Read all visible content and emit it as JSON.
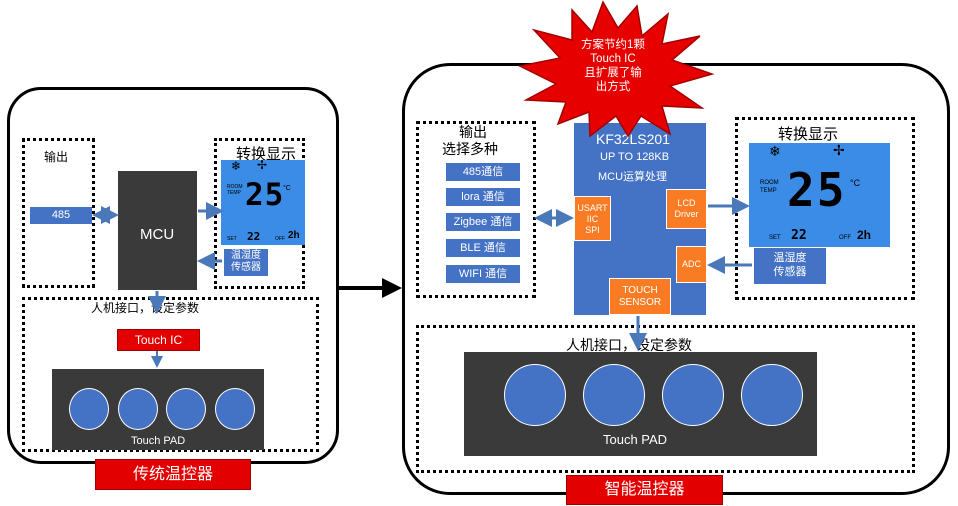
{
  "left": {
    "output_label": "输出",
    "rs485_label": "485",
    "mcu_label": "MCU",
    "display_label": "转换显示",
    "sensor_label": [
      "温湿度",
      "传感器"
    ],
    "hmi_label": "人机接口，设定参数",
    "touch_ic_label": "Touch IC",
    "pad_label": "Touch PAD",
    "title": "传统温控器",
    "lcd": {
      "room_label": [
        "ROOM",
        "TEMP"
      ],
      "temp": "25",
      "unit": "°C",
      "set_label": "SET",
      "set_value": "22",
      "off_label": "OFF",
      "timer": "2h"
    }
  },
  "right": {
    "output_label": [
      "输出",
      "选择多种"
    ],
    "comm_options": [
      "485通信",
      "lora 通信",
      "Zigbee 通信",
      "BLE 通信",
      "WIFI 通信"
    ],
    "mcu_title": "KF32LS201",
    "mcu_mem": "UP TO 128KB",
    "mcu_desc": "MCU运算处理",
    "usart_lines": [
      "USART",
      "IIC",
      "SPI"
    ],
    "lcd_driver_lines": [
      "LCD",
      "Driver"
    ],
    "adc_label": "ADC",
    "touch_sensor_lines": [
      "TOUCH",
      "SENSOR"
    ],
    "display_label": "转换显示",
    "sensor_label": [
      "温湿度",
      "传感器"
    ],
    "hmi_label": "人机接口，设定参数",
    "pad_label": "Touch PAD",
    "title": "智能温控器",
    "lcd": {
      "room_label": [
        "ROOM",
        "TEMP"
      ],
      "temp": "25",
      "unit": "°C",
      "set_label": "SET",
      "set_value": "22",
      "off_label": "OFF",
      "timer": "2h"
    }
  },
  "callout": [
    "方案节约1颗",
    "Touch IC",
    "且扩展了输",
    "出方式"
  ],
  "colors": {
    "blue": "#4472c4",
    "lcd_blue": "#3a8ce6",
    "red": "#e20000",
    "orange": "#f97c24",
    "pad": "#3a3a3a",
    "mcu_dark": "#3a3a3a"
  }
}
